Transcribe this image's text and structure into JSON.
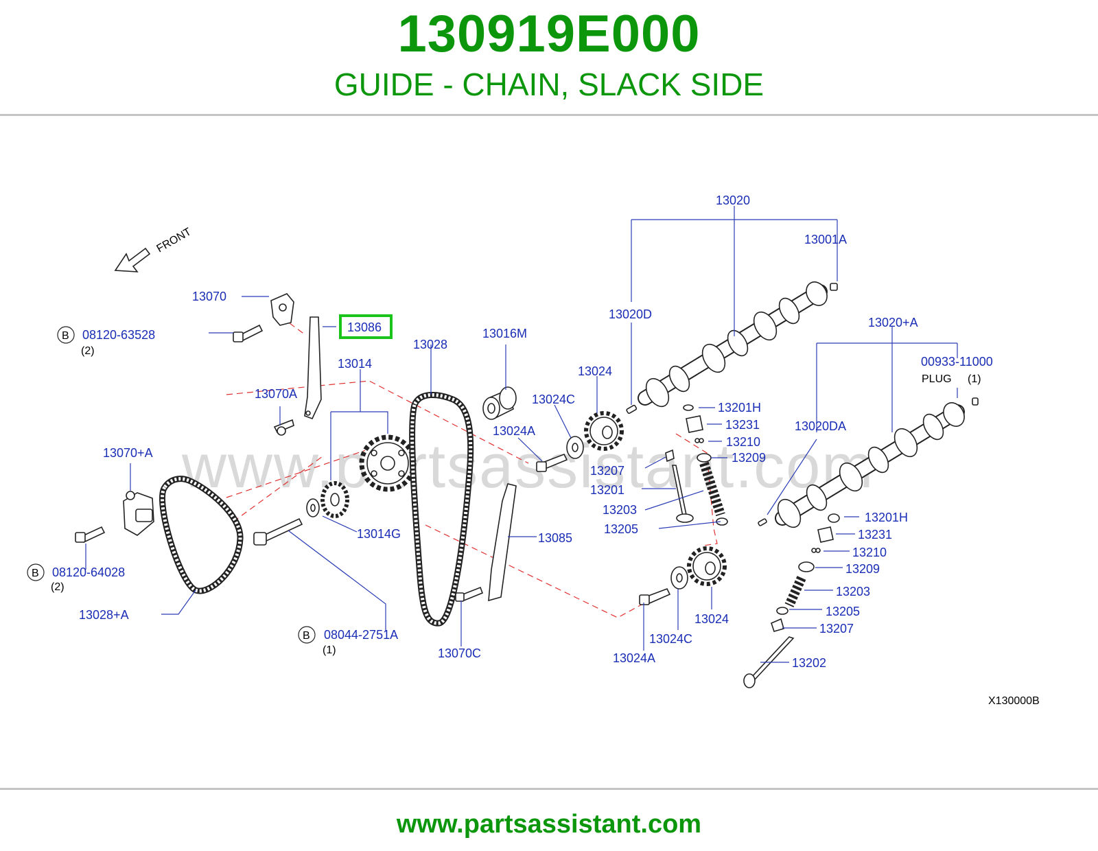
{
  "header": {
    "part_number": "130919E000",
    "part_name": "GUIDE - CHAIN, SLACK SIDE"
  },
  "footer": {
    "url": "www.partsassistant.com"
  },
  "diagram": {
    "watermark": "www.partsassistant.com",
    "front_label": "FRONT",
    "code": "X130000B",
    "highlighted": "13086",
    "labels": {
      "l13020": "13020",
      "l13001A": "13001A",
      "l13020D": "13020D",
      "l13020A": "13020+A",
      "l00933": "00933-11000",
      "plug": "PLUG",
      "plug_qty": "(1)",
      "l13020DA": "13020DA",
      "l13070": "13070",
      "l13086": "13086",
      "l08120_63528": "08120-63528",
      "q1": "(2)",
      "l13014": "13014",
      "l13028": "13028",
      "l13016M": "13016M",
      "l13024_top": "13024",
      "l13024C_top": "13024C",
      "l13024A_top": "13024A",
      "l13070A": "13070A",
      "l13070plusA": "13070+A",
      "l13201H_1": "13201H",
      "l13231_1": "13231",
      "l13210_1": "13210",
      "l13209_1": "13209",
      "l13207_1": "13207",
      "l13201": "13201",
      "l13203_1": "13203",
      "l13205_1": "13205",
      "l13014G": "13014G",
      "l13085": "13085",
      "l08120_64028": "08120-64028",
      "q2": "(2)",
      "l13028A": "13028+A",
      "l08044": "08044-2751A",
      "q3": "(1)",
      "l13070C": "13070C",
      "l13024_bot": "13024",
      "l13024C_bot": "13024C",
      "l13024A_bot": "13024A",
      "l13201H_2": "13201H",
      "l13231_2": "13231",
      "l13210_2": "13210",
      "l13209_2": "13209",
      "l13203_2": "13203",
      "l13205_2": "13205",
      "l13207_2": "13207",
      "l13202": "13202",
      "b": "B"
    }
  },
  "colors": {
    "title_green": "#0b960b",
    "label_blue": "#1a2db5",
    "highlight_green": "#1bc41b"
  }
}
